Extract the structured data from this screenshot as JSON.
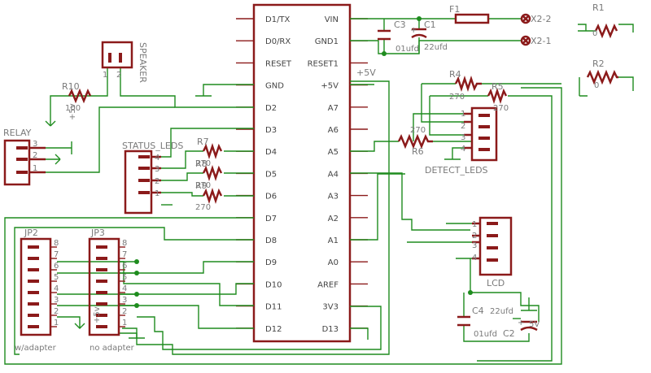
{
  "mcu": {
    "left_pins": [
      "D1/TX",
      "D0/RX",
      "RESET",
      "GND",
      "D2",
      "D3",
      "D4",
      "D5",
      "D6",
      "D7",
      "D8",
      "D9",
      "D10",
      "D11",
      "D12"
    ],
    "right_pins": [
      "VIN",
      "GND1",
      "RESET1",
      "+5V",
      "A7",
      "A6",
      "A5",
      "A4",
      "A3",
      "A2",
      "A1",
      "A0",
      "AREF",
      "3V3",
      "D13"
    ]
  },
  "power": {
    "label_5v": "+5V",
    "c3_name": "C3",
    "c3_value": "01ufd",
    "c1_name": "C1",
    "c1_value": "22ufd",
    "f1_name": "F1",
    "x2_2": "X2-2",
    "x2_1": "X2-1"
  },
  "r1": {
    "name": "R1",
    "value": "0"
  },
  "r2": {
    "name": "R2",
    "value": "0"
  },
  "speaker": {
    "name": "SPEAKER",
    "pin1": "1",
    "pin2": "2"
  },
  "r10": {
    "name": "R10",
    "value": "100",
    "supply": "+5v"
  },
  "relay": {
    "name": "RELAY",
    "pins": [
      "3",
      "2",
      "1"
    ]
  },
  "status_leds": {
    "name": "STATUS_LEDS",
    "pins": [
      "4",
      "3",
      "2",
      "1"
    ],
    "r7": "R7",
    "r7_value": "270",
    "r8": "R8",
    "r8_value": "270",
    "r9": "R9",
    "r9_value": "270"
  },
  "detect_leds": {
    "name": "DETECT_LEDS",
    "pins": [
      "1",
      "2",
      "3",
      "4"
    ],
    "r4": "R4",
    "r4_value": "270",
    "r5": "R5",
    "r5_value": "270",
    "r6": "R6",
    "r6_value": "270"
  },
  "lcd": {
    "name": "LCD",
    "pins": [
      "1",
      "2",
      "3",
      "4"
    ],
    "c4_name": "C4",
    "c4_value": "01ufd",
    "c2_name": "C2",
    "c2_value": "22ufd",
    "supply": "5V"
  },
  "jp2": {
    "name": "JP2",
    "caption": "w/adapter",
    "pins": [
      "8",
      "7",
      "6",
      "5",
      "4",
      "3",
      "2",
      "1"
    ]
  },
  "jp3": {
    "name": "JP3",
    "caption": "no adapter",
    "pins": [
      "8",
      "7",
      "6",
      "5",
      "4",
      "3",
      "2",
      "1"
    ],
    "supply": "+5v"
  }
}
